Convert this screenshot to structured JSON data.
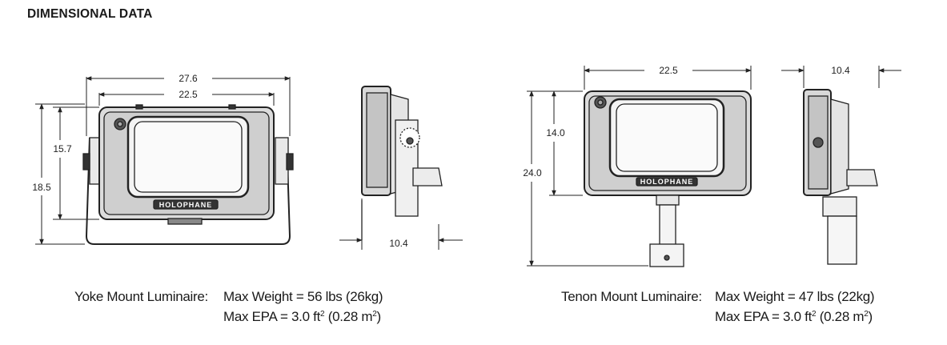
{
  "heading": "DIMENSIONAL DATA",
  "brand": "HOLOPHANE",
  "yoke": {
    "dims": {
      "overall_width": "27.6",
      "housing_width": "22.5",
      "housing_height": "15.7",
      "overall_height": "18.5",
      "depth": "10.4"
    },
    "label": "Yoke Mount Luminaire:",
    "weight": "Max Weight = 56 lbs (26kg)",
    "epa_prefix": "Max EPA = 3.0 ft",
    "epa_sup1": "2",
    "epa_mid": " (0.28 m",
    "epa_sup2": "2",
    "epa_suffix": ")"
  },
  "tenon": {
    "dims": {
      "housing_width": "22.5",
      "housing_height": "14.0",
      "overall_height": "24.0",
      "depth": "10.4"
    },
    "label": "Tenon Mount Luminaire:",
    "weight": "Max Weight = 47 lbs (22kg)",
    "epa_prefix": "Max EPA = 3.0 ft",
    "epa_sup1": "2",
    "epa_mid": " (0.28 m",
    "epa_sup2": "2",
    "epa_suffix": ")"
  }
}
